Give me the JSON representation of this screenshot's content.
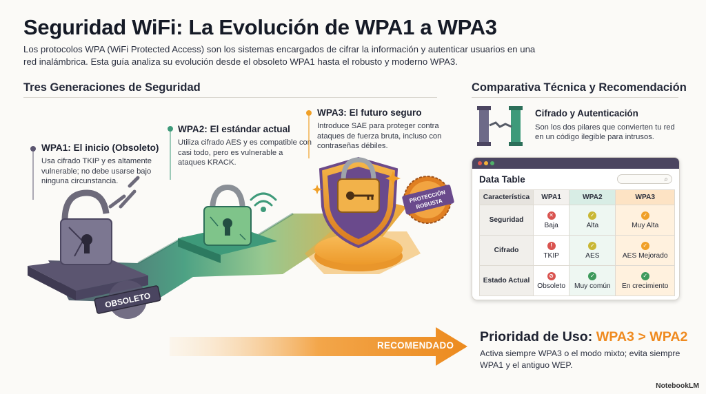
{
  "header": {
    "title": "Seguridad WiFi: La Evolución de WPA1 a WPA3",
    "intro": "Los protocolos WPA (WiFi Protected Access) son los sistemas encargados de cifrar la información y autenticar usuarios en una red inalámbrica. Esta guía analiza su evolución desde el obsoleto WPA1 hasta el robusto y moderno WPA3."
  },
  "left_section": {
    "heading": "Tres Generaciones de Seguridad",
    "generations": [
      {
        "title": "WPA1: El inicio (Obsoleto)",
        "description": "Usa cifrado TKIP y es altamente vulnerable; no debe usarse bajo ninguna circunstancia.",
        "badge": "OBSOLETO",
        "color": "#5b5570"
      },
      {
        "title": "WPA2: El estándar actual",
        "description": "Utiliza cifrado AES y es compatible con casi todo, pero es vulnerable a ataques KRACK.",
        "color": "#3e9a7a"
      },
      {
        "title": "WPA3: El futuro seguro",
        "description": "Introduce SAE para proteger contra ataques de fuerza bruta, incluso con contraseñas débiles.",
        "badge_line1": "PROTECCIÓN",
        "badge_line2": "ROBUSTA",
        "color": "#f0a028"
      }
    ]
  },
  "right_section": {
    "heading": "Comparativa Técnica y Recomendación",
    "pillars_title": "Cifrado y Autenticación",
    "pillars_desc": "Son los dos pilares que convierten tu red en un código ilegible para intrusos.",
    "table": {
      "title": "Data Table",
      "headers": [
        "Característica",
        "WPA1",
        "WPA2",
        "WPA3"
      ],
      "rows": [
        {
          "label": "Seguridad",
          "cells": [
            {
              "text": "Baja",
              "icon": "x-circle-icon",
              "color": "#d9534f"
            },
            {
              "text": "Alta",
              "icon": "check-shield-icon",
              "color": "#c9b735"
            },
            {
              "text": "Muy Alta",
              "icon": "check-circle-icon",
              "color": "#f0a028"
            }
          ]
        },
        {
          "label": "Cifrado",
          "cells": [
            {
              "text": "TKIP",
              "icon": "shield-x-icon",
              "color": "#d9534f"
            },
            {
              "text": "AES",
              "icon": "check-shield-icon",
              "color": "#c9b735"
            },
            {
              "text": "AES Mejorado",
              "icon": "check-circle-icon",
              "color": "#f0a028"
            }
          ]
        },
        {
          "label": "Estado Actual",
          "cells": [
            {
              "text": "Obsoleto",
              "icon": "prohibited-icon",
              "color": "#d9534f"
            },
            {
              "text": "Muy común",
              "icon": "check-circle-icon",
              "color": "#3e9a5c"
            },
            {
              "text": "En crecimiento",
              "icon": "check-circle-icon",
              "color": "#3e9a5c"
            }
          ]
        }
      ]
    }
  },
  "priority": {
    "arrow_label": "RECOMENDADO",
    "title_prefix": "Prioridad de Uso: ",
    "title_highlight": "WPA3 > WPA2",
    "description": "Activa siempre WPA3 o el modo mixto; evita siempre WPA1 y el antiguo WEP."
  },
  "brand": "NotebookLM"
}
